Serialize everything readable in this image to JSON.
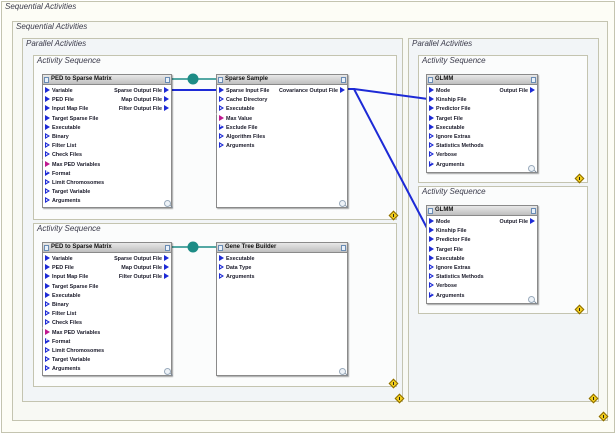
{
  "root": {
    "label": "Sequential Activities"
  },
  "inner_seq": {
    "label": "Sequential Activities"
  },
  "par1": {
    "label": "Parallel Activities"
  },
  "par2": {
    "label": "Parallel Activities"
  },
  "act1": {
    "label": "Activity Sequence"
  },
  "act2": {
    "label": "Activity Sequence"
  },
  "act3": {
    "label": "Activity Sequence"
  },
  "act4": {
    "label": "Activity Sequence"
  },
  "nodes": {
    "ped1": {
      "title": "PED to Sparse Matrix",
      "inputs": [
        "Variable",
        "PED File",
        "Input Map File",
        "Target Sparse File",
        "Executable",
        "Binary",
        "Filter List",
        "Check Files",
        "Max PED Variables",
        "Format",
        "Limit Chromosomes",
        "Target Variable",
        "Arguments"
      ],
      "outputs": [
        "Sparse Output File",
        "Map Output File",
        "Filter Output File"
      ]
    },
    "sparse": {
      "title": "Sparse Sample",
      "inputs": [
        "Sparse Input File",
        "Cache Directory",
        "Executable",
        "Max Value",
        "Exclude File",
        "Algorithm Files",
        "Arguments"
      ],
      "outputs": [
        "Covariance Output File"
      ]
    },
    "ped2": {
      "title": "PED to Sparse Matrix",
      "inputs": [
        "Variable",
        "PED File",
        "Input Map File",
        "Target Sparse File",
        "Executable",
        "Binary",
        "Filter List",
        "Check Files",
        "Max PED Variables",
        "Format",
        "Limit Chromosomes",
        "Target Variable",
        "Arguments"
      ],
      "outputs": [
        "Sparse Output File",
        "Map Output File",
        "Filter Output File"
      ]
    },
    "gene": {
      "title": "Gene Tree Builder",
      "inputs": [
        "Executable",
        "Data Type",
        "Arguments"
      ],
      "outputs": []
    },
    "glmm1": {
      "title": "GLMM",
      "inputs": [
        "Mode",
        "Kinship File",
        "Predictor File",
        "Target File",
        "Executable",
        "Ignore Extras",
        "Statistics Methods",
        "Verbose",
        "Arguments"
      ],
      "outputs": [
        "Output File"
      ]
    },
    "glmm2": {
      "title": "GLMM",
      "inputs": [
        "Mode",
        "Kinship File",
        "Predictor File",
        "Target File",
        "Executable",
        "Ignore Extras",
        "Statistics Methods",
        "Verbose",
        "Arguments"
      ],
      "outputs": [
        "Output File"
      ]
    }
  },
  "colors": {
    "wire": "#1d2ad6",
    "connector": "#1d8c86",
    "required_port": "#1d2ad6",
    "optional_port": "#c01890"
  }
}
